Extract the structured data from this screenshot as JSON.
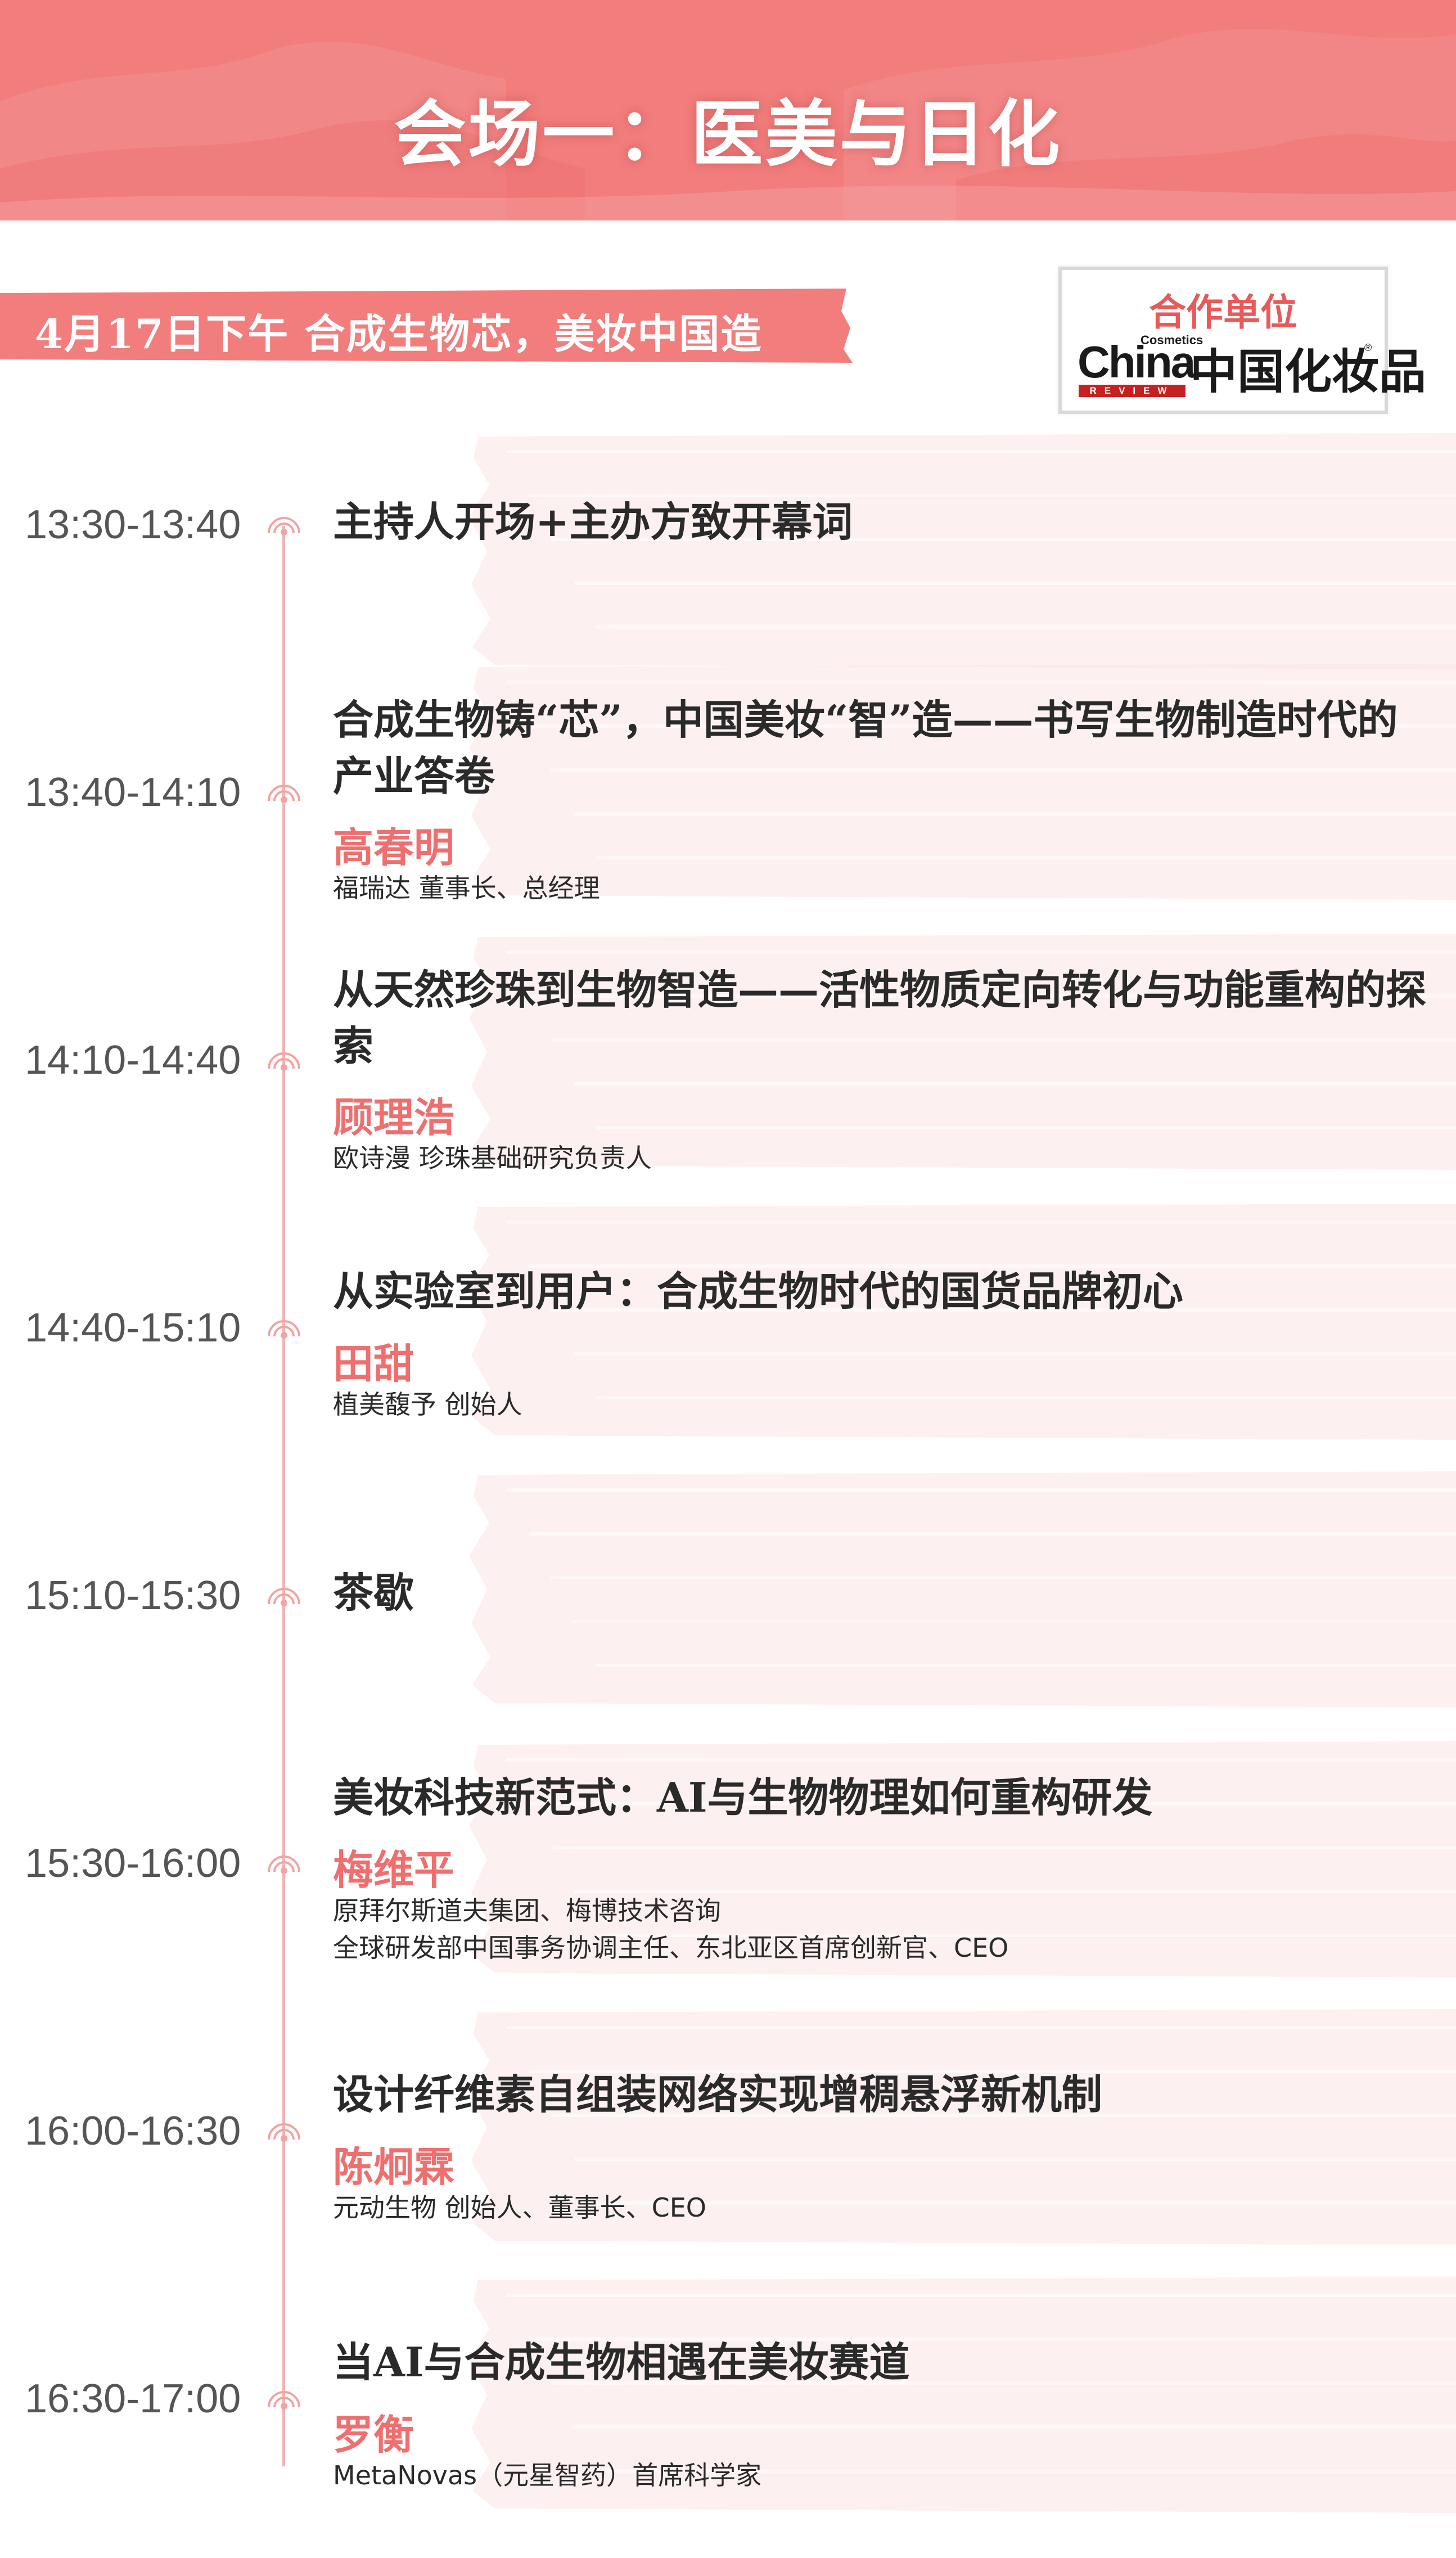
{
  "header": {
    "title": "会场一：医美与日化"
  },
  "ribbon": {
    "text": "4月17日下午   合成生物芯，美妆中国造"
  },
  "partner": {
    "title": "合作单位",
    "logo_text_latin": "China",
    "logo_text_cosmetics": "Cosmetics",
    "logo_text_review": "REVIEW",
    "logo_text_cn": "中国化妆品",
    "logo_mark": "®"
  },
  "colors": {
    "accent": "#f17d7d",
    "speaker": "#ef6f6f",
    "line": "#f2b3b3",
    "brush": "#fbe4e4"
  },
  "schedule": [
    {
      "time": "13:30-13:40",
      "topic": "主持人开场+主办方致开幕词"
    },
    {
      "time": "13:40-14:10",
      "topic": "合成生物铸“芯”，中国美妆“智”造——书写生物制造时代的产业答卷",
      "speaker": "高春明",
      "org": [
        "福瑞达 董事长、总经理"
      ]
    },
    {
      "time": "14:10-14:40",
      "topic": "从天然珍珠到生物智造——活性物质定向转化与功能重构的探索",
      "speaker": "顾理浩",
      "org": [
        "欧诗漫 珍珠基础研究负责人"
      ]
    },
    {
      "time": "14:40-15:10",
      "topic": "从实验室到用户：合成生物时代的国货品牌初心",
      "speaker": "田甜",
      "org": [
        "植美馥予 创始人"
      ]
    },
    {
      "time": "15:10-15:30",
      "topic": "茶歇"
    },
    {
      "time": "15:30-16:00",
      "topic": "美妆科技新范式：AI与生物物理如何重构研发",
      "speaker": "梅维平",
      "org": [
        "原拜尔斯道夫集团、梅博技术咨询",
        "全球研发部中国事务协调主任、东北亚区首席创新官、CEO"
      ]
    },
    {
      "time": "16:00-16:30",
      "topic": "设计纤维素自组装网络实现增稠悬浮新机制",
      "speaker": "陈炯霖",
      "org": [
        "元动生物 创始人、董事长、CEO"
      ]
    },
    {
      "time": "16:30-17:00",
      "topic": "当AI与合成生物相遇在美妆赛道",
      "speaker": "罗衡",
      "org": [
        "MetaNovas（元星智药）首席科学家"
      ]
    }
  ]
}
